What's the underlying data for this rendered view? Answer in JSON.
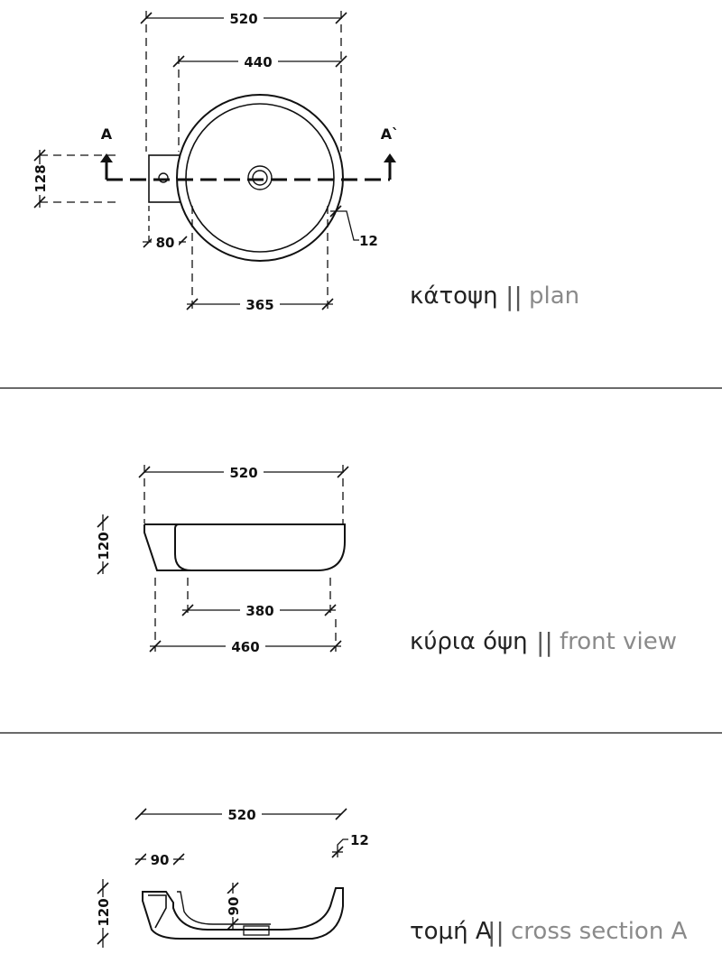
{
  "plan": {
    "dims": {
      "overall_width": "520",
      "basin_outer": "440",
      "basin_inner": "365",
      "deck_depth": "128",
      "deck_width": "80",
      "rim": "12"
    },
    "section_marks": {
      "left": "A",
      "right": "A`"
    },
    "caption": {
      "greek": "κάτοψη",
      "separator": "||",
      "english": "plan"
    }
  },
  "front": {
    "dims": {
      "overall_width": "520",
      "height": "120",
      "bottom_inner": "380",
      "bottom_outer": "460"
    },
    "caption": {
      "greek": "κύρια όψη",
      "separator": "||",
      "english": "front view"
    }
  },
  "section": {
    "dims": {
      "overall_width": "520",
      "deck_width": "90",
      "rim": "12",
      "height": "120",
      "depth": "90"
    },
    "caption": {
      "greek": "τομή A",
      "separator": "||",
      "english": "cross section A"
    }
  }
}
